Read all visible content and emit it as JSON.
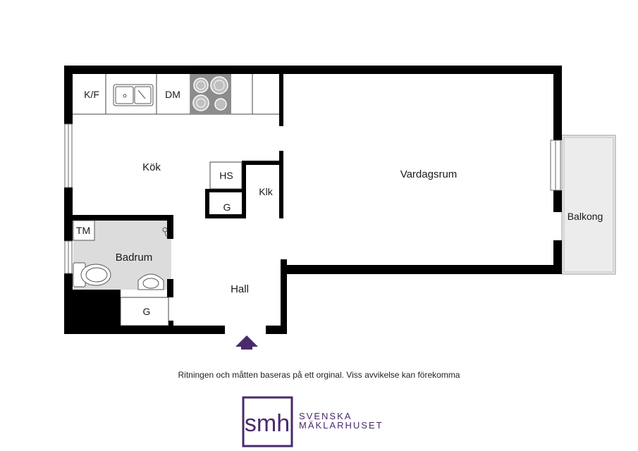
{
  "rooms": {
    "kitchen": "Kök",
    "living_room": "Vardagsrum",
    "balcony": "Balkong",
    "bathroom": "Badrum",
    "hall": "Hall",
    "closet": "Klk",
    "hs": "HS",
    "g_top": "G",
    "g_bottom": "G"
  },
  "fixtures": {
    "fridge_freezer": "K/F",
    "dishwasher": "DM",
    "washing_machine": "TM"
  },
  "disclaimer": "Ritningen och måtten baseras på ett orginal. Viss avvikelse kan förekomma",
  "brand": {
    "monogram": "smh",
    "line1": "SVENSKA",
    "line2": "MÄKLARHUSET",
    "color": "#4a2a6b"
  },
  "colors": {
    "wall": "#000000",
    "bathroom_floor": "#dcdcdc",
    "balcony_floor": "#ececec",
    "stove": "#8c8c8c",
    "entrance_arrow": "#4a2a6b"
  },
  "icons": [
    "sink-icon",
    "stove-icon",
    "toilet-icon",
    "washbasin-icon",
    "entrance-arrow-icon"
  ]
}
